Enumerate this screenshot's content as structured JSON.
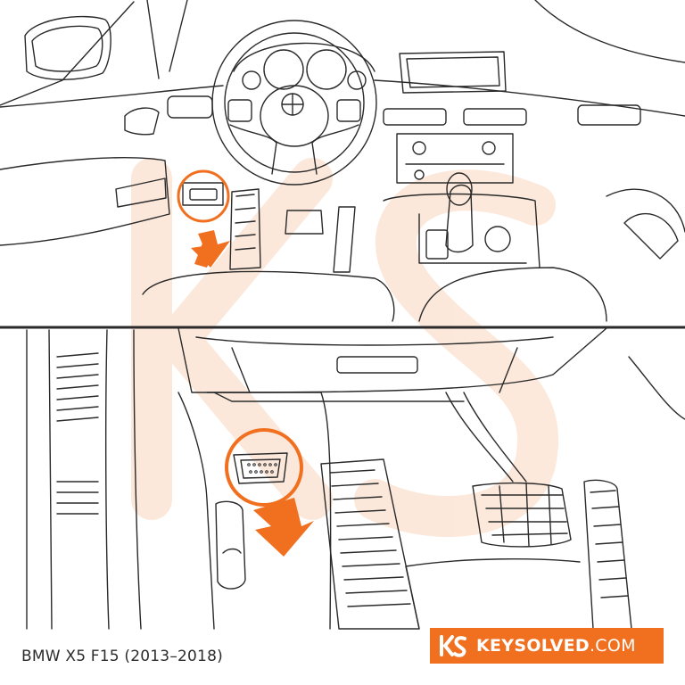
{
  "caption": "BMW X5 F15 (2013–2018)",
  "brand": {
    "name_bold": "KEYSOLVED",
    "name_suffix": ".COM",
    "color": "#f07020",
    "logo_icon": "ks-logo-icon"
  },
  "illustration": {
    "top_panel": "dashboard-overview",
    "bottom_panel": "obd-port-closeup",
    "highlight_color": "#f07020",
    "watermark_color": "#fbe3d3"
  }
}
